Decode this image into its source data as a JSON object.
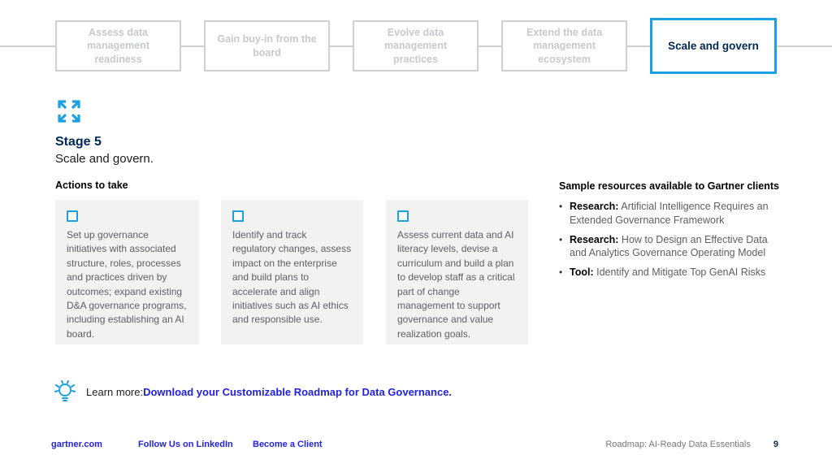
{
  "colors": {
    "accent_blue": "#1ba1e2",
    "navy": "#002856",
    "link_blue": "#2222dd",
    "inactive_gray": "#cfd1d1",
    "card_bg": "#f2f2f1"
  },
  "stepper": {
    "items": [
      {
        "label": "Assess data management readiness",
        "active": false
      },
      {
        "label": "Gain buy-in from the board",
        "active": false
      },
      {
        "label": "Evolve data management practices",
        "active": false
      },
      {
        "label": "Extend the data management ecosystem",
        "active": false
      },
      {
        "label": "Scale and govern",
        "active": true
      }
    ]
  },
  "stage": {
    "title": "Stage 5",
    "subtitle": "Scale and govern."
  },
  "actions": {
    "heading": "Actions to take",
    "cards": [
      {
        "text": "Set up governance initiatives with associated structure, roles, processes and practices driven by outcomes; expand existing D&A governance programs, including establishing an AI board."
      },
      {
        "text": "Identify and track regulatory changes, assess impact on the enterprise and build plans to accelerate and align initiatives such as AI ethics and responsible use."
      },
      {
        "text": "Assess current data and AI literacy levels, devise a curriculum and build a plan to develop staff as a critical part of change management to support governance and value realization goals."
      }
    ]
  },
  "resources": {
    "heading": "Sample resources available to Gartner clients",
    "bullet": "•",
    "items": [
      {
        "label": "Research:",
        "text": " Artificial Intelligence Requires an Extended Governance Framework"
      },
      {
        "label": "Research:",
        "text": " How to Design an Effective Data and Analytics Governance Operating Model"
      },
      {
        "label": "Tool:",
        "text": " Identify and Mitigate Top GenAI Risks"
      }
    ]
  },
  "learn_more": {
    "prefix": "Learn more: ",
    "link": "Download your Customizable Roadmap for Data Governance."
  },
  "footer": {
    "links": [
      {
        "label": "gartner.com"
      },
      {
        "label": "Follow Us on LinkedIn"
      },
      {
        "label": "Become a Client"
      }
    ],
    "doc_title": "Roadmap: AI-Ready Data Essentials",
    "page_number": "9"
  }
}
